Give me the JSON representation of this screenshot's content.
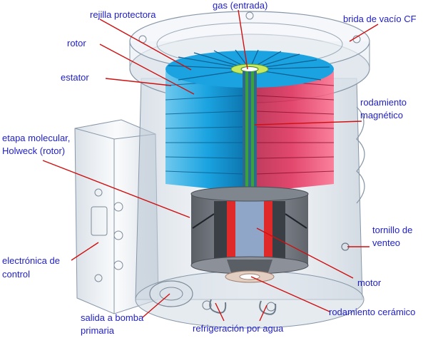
{
  "labels": {
    "gas_inlet": "gas (entrada)",
    "protective_grid": "rejilla protectora",
    "cf_flange": "brida de vacío CF",
    "rotor": "rotor",
    "stator": "estator",
    "magnetic_bearing_line1": "rodamiento",
    "magnetic_bearing_line2": "magnético",
    "molecular_stage_line1": "etapa molecular,",
    "molecular_stage_line2": "Holweck (rotor)",
    "vent_screw_line1": "tornillo de",
    "vent_screw_line2": "venteo",
    "control_electronics_line1": "electrónica de",
    "control_electronics_line2": "control",
    "motor": "motor",
    "ceramic_bearing": "rodamiento cerámico",
    "primary_outlet_line1": "salida a bomba",
    "primary_outlet_line2": "primaria",
    "water_cooling": "refrigeración por agua"
  },
  "colors": {
    "label_text": "#1e1ec8",
    "leader_line": "#d01010",
    "rotor_blade": "#1aa3e0",
    "stator_blade": "#e02a55",
    "shaft": "#3aa040",
    "housing": "#c8d4e0"
  }
}
